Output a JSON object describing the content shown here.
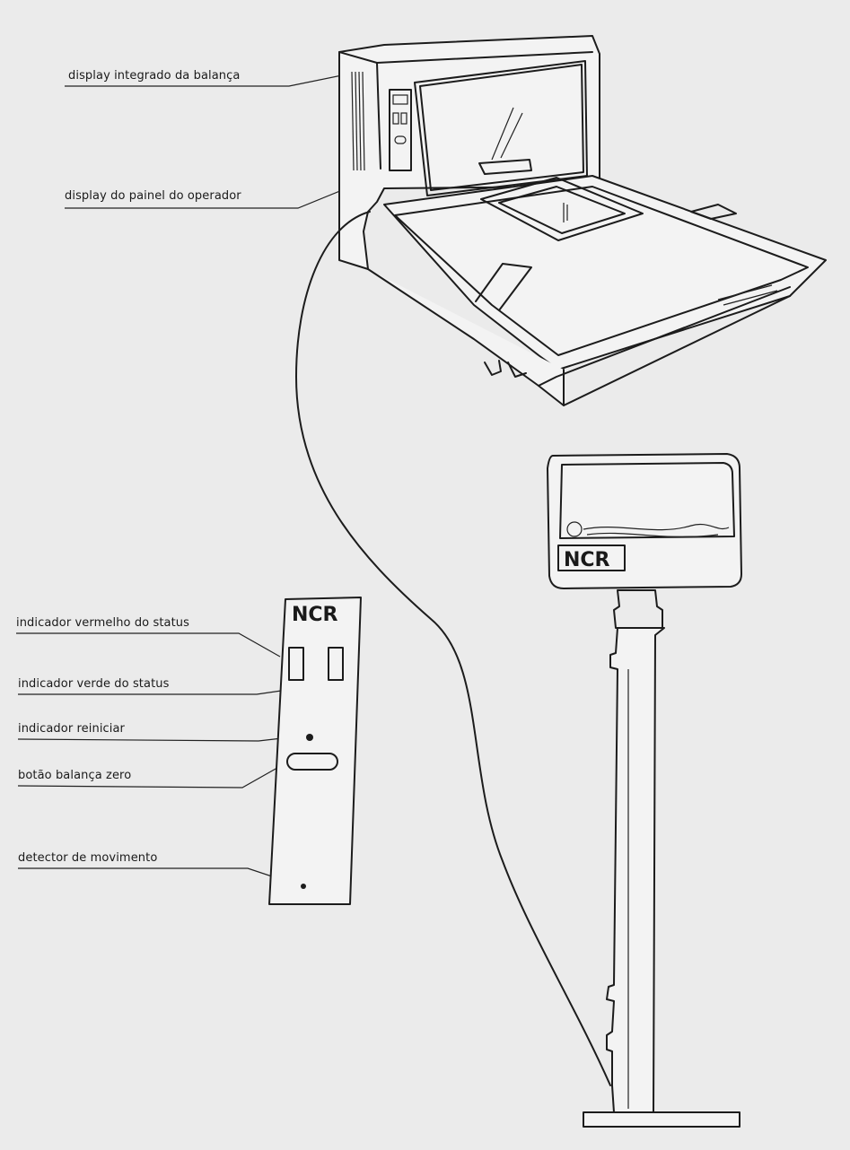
{
  "labels": {
    "scale_display": "display integrado da balança",
    "operator_display": "display do painel do operador",
    "red_status": "indicador vermelho do status",
    "green_status": "indicador verde do status",
    "reset": "indicador reiniciar",
    "zero_button": "botão balança zero",
    "motion_detector": "detector de movimento"
  },
  "branding": {
    "panel_logo": "NCR",
    "pole_logo": "NCR"
  }
}
